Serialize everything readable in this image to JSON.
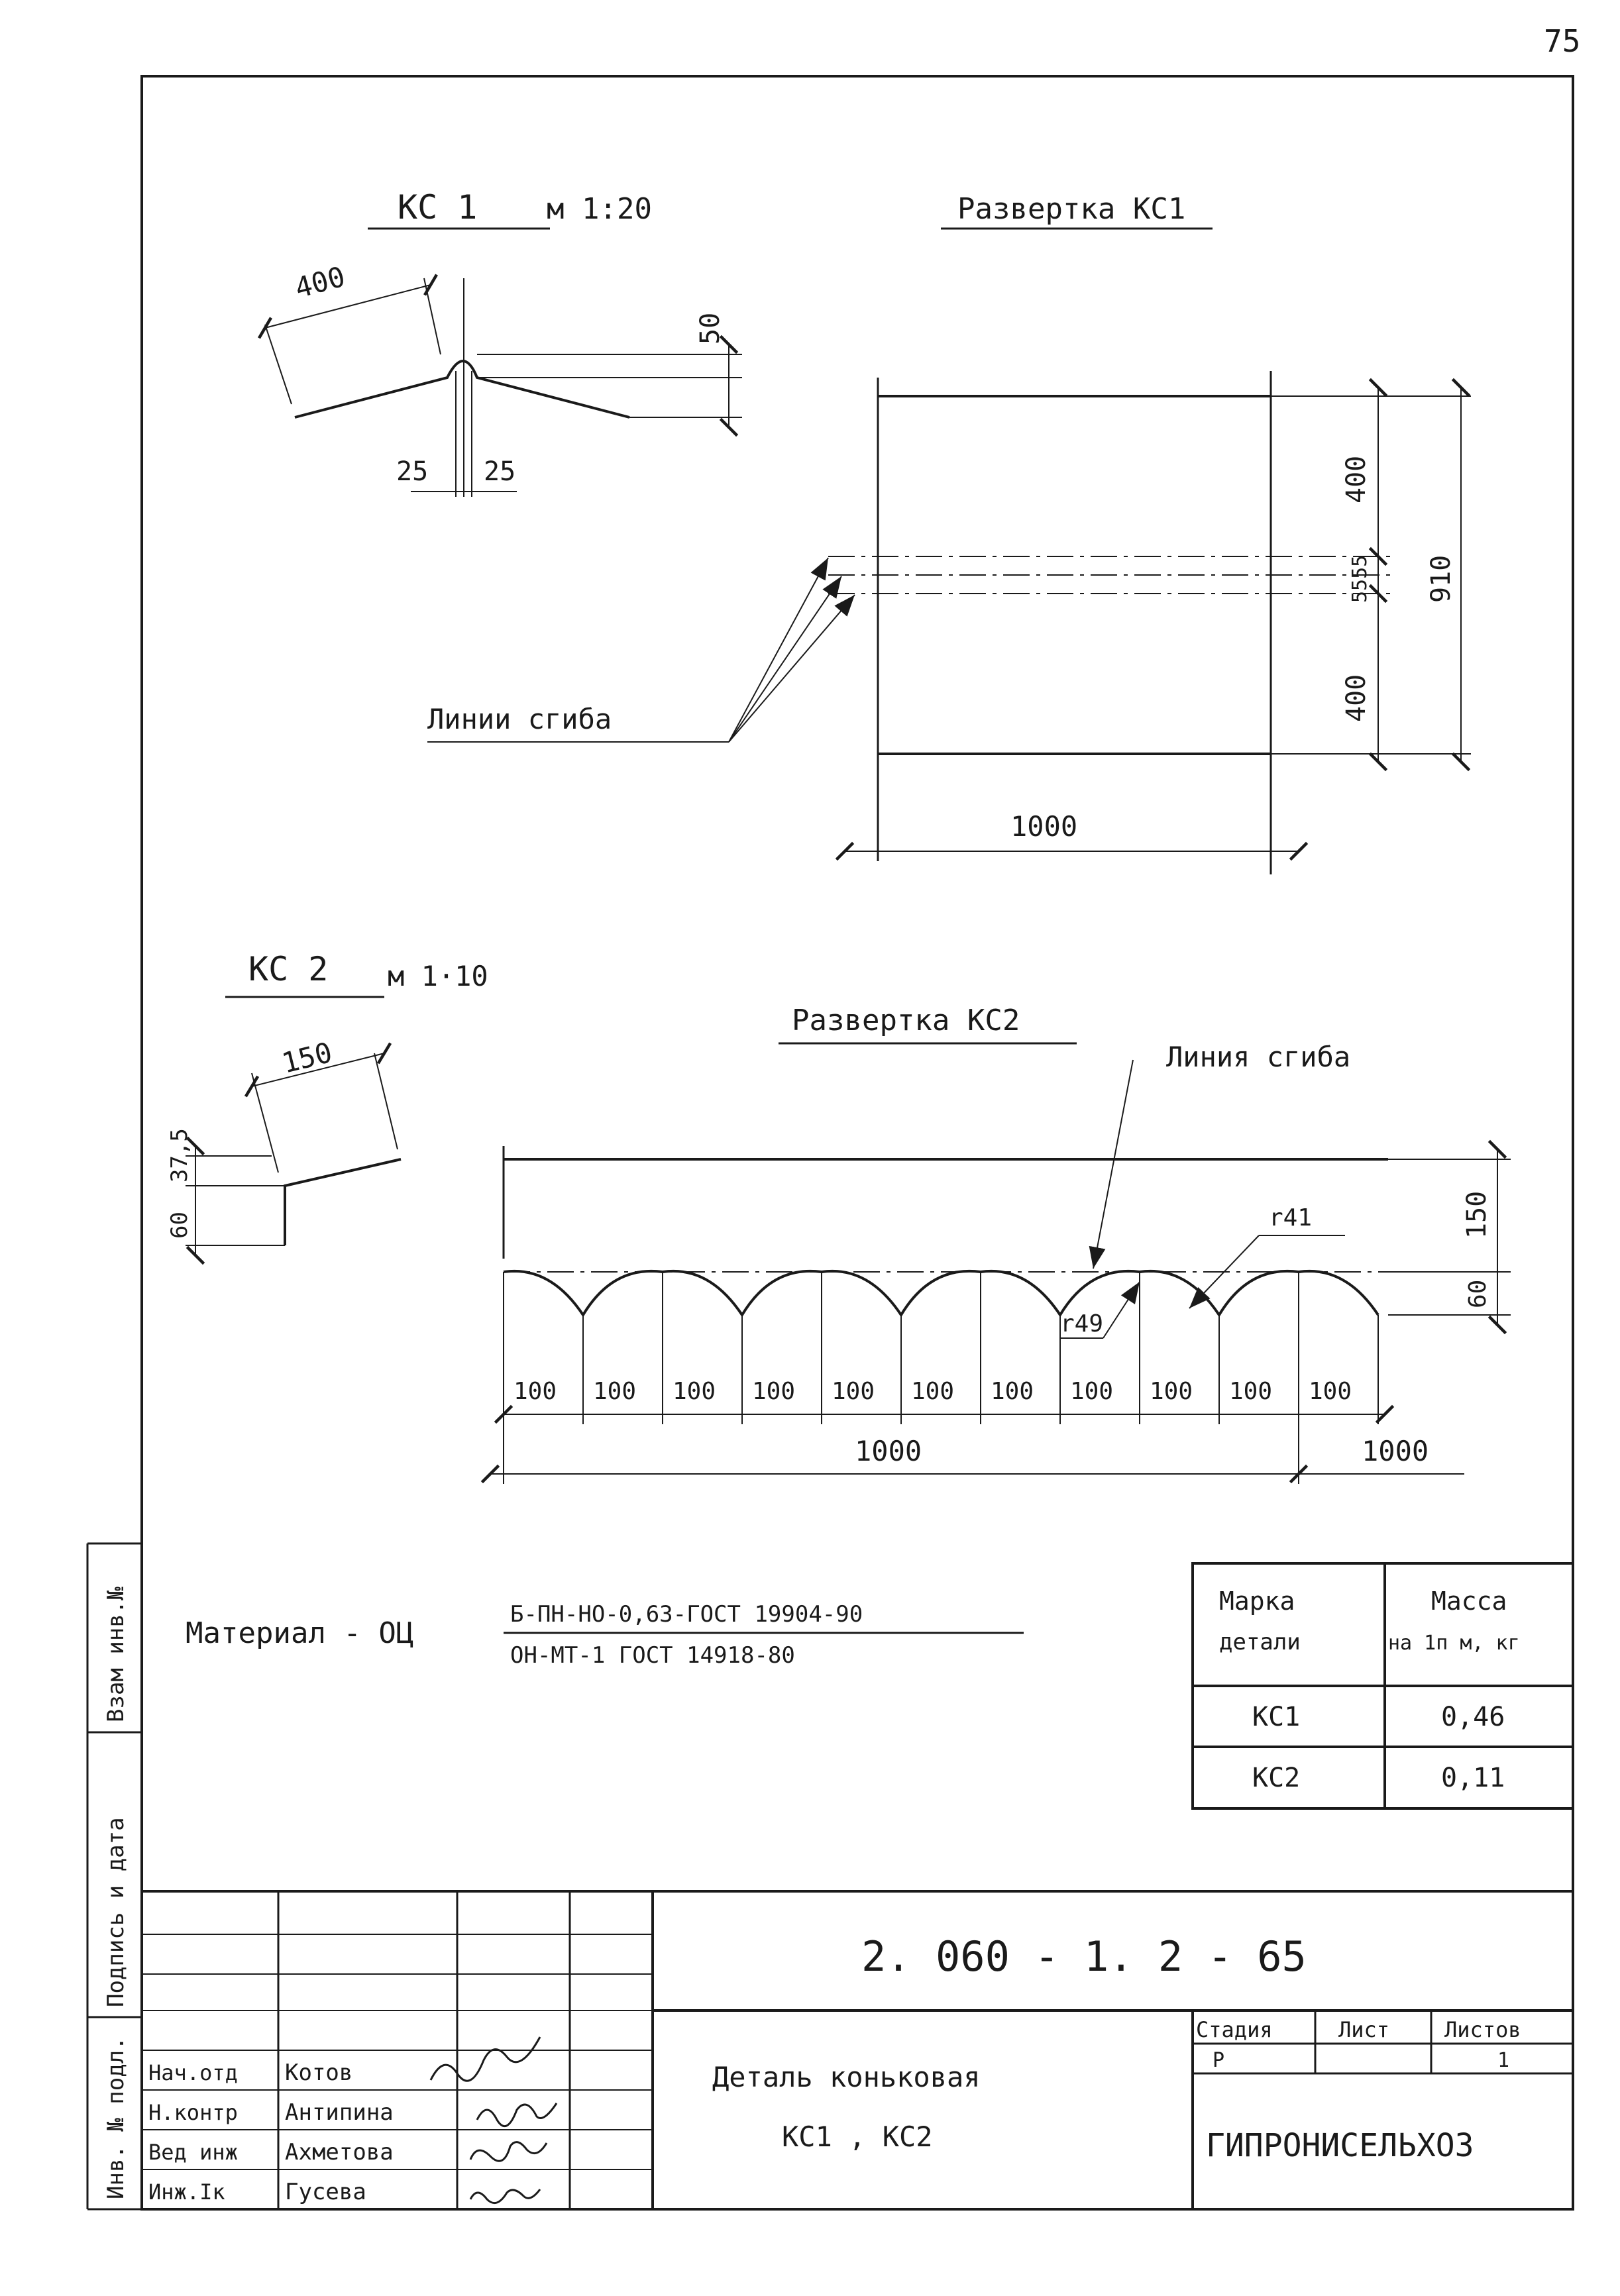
{
  "page_number": "75",
  "kc1": {
    "title": "КС 1",
    "scale": "м 1:20",
    "dim_width": "400",
    "dim_height": "50",
    "dim_left": "25",
    "dim_right": "25"
  },
  "razvertka_kc1": {
    "title": "Развертка КС1",
    "dim_top": "400",
    "dim_fold": "5555",
    "dim_bottom": "400",
    "dim_total": "910",
    "dim_length": "1000",
    "fold_lines_label": "Линии сгиба"
  },
  "kc2": {
    "title": "КС 2",
    "scale": "м 1·10",
    "dim_width": "150",
    "dim_top": "37,5",
    "dim_bottom": "60"
  },
  "razvertka_kc2": {
    "title": "Развертка КС2",
    "fold_line_label": "Линия сгиба",
    "dim_height": "150",
    "dim_wave": "60",
    "radius_outer": "r41",
    "radius_inner": "r49",
    "pitch": [
      "100",
      "100",
      "100",
      "100",
      "100",
      "100",
      "100",
      "100",
      "100",
      "100",
      "100"
    ],
    "dim_length": "1000",
    "dim_length_right": "1000"
  },
  "material": {
    "label": "Материал - ОЦ",
    "line1": "Б-ПН-НО-0,63-ГОСТ 19904-90",
    "line2": "ОН-МТ-1   ГОСТ 14918-80"
  },
  "mass_table": {
    "header_mark_1": "Марка",
    "header_mark_2": "детали",
    "header_mass_1": "Масса",
    "header_mass_2": "на 1п м, кг",
    "rows": [
      {
        "mark": "КС1",
        "mass": "0,46"
      },
      {
        "mark": "КС2",
        "mass": "0,11"
      }
    ]
  },
  "side_stamp": {
    "inv_podl": "Инв. № подл.",
    "podpis": "Подпись и дата",
    "vzam": "Взам инв.№"
  },
  "title_block": {
    "doc_code": "2. 060 - 1. 2 - 65",
    "name_line1": "Деталь коньковая",
    "name_line2": "КС1 , КС2",
    "stage_label": "Стадия",
    "sheet_label": "Лист",
    "sheets_label": "Листов",
    "stage": "Р",
    "sheets": "1",
    "organization": "ГИПРОНИСЕЛЬХОЗ",
    "staff": [
      {
        "role": "Нач.отд",
        "name": "Котов"
      },
      {
        "role": "Н.контр",
        "name": "Антипина"
      },
      {
        "role": "Вед инж",
        "name": "Ахметова"
      },
      {
        "role": "Инж.Iк",
        "name": "Гусева"
      }
    ]
  }
}
